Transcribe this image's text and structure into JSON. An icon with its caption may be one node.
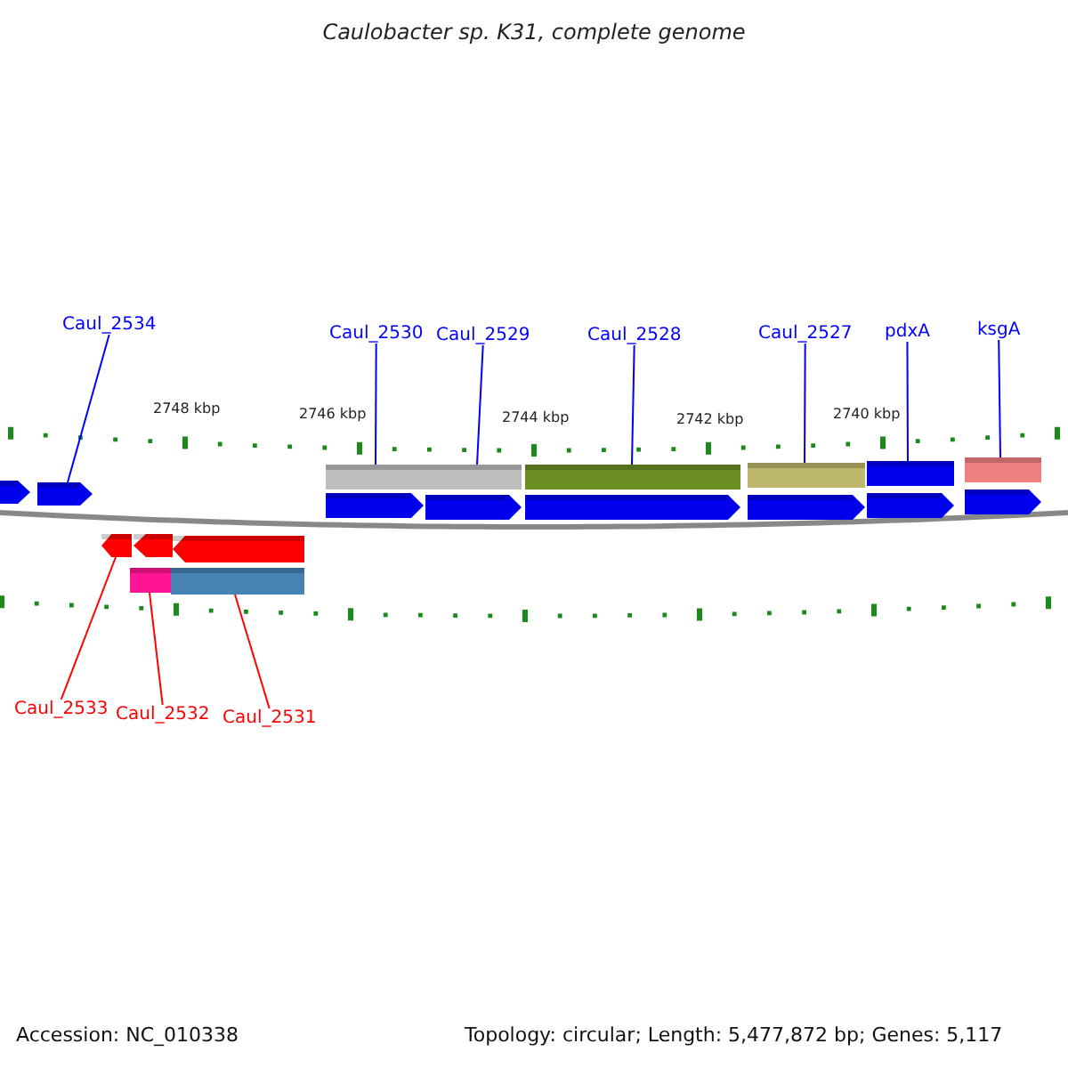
{
  "diagram": {
    "title": "Caulobacter sp. K31, complete genome",
    "nodes": [
      {
        "text": [
          "Caul_2534"
        ]
      },
      {
        "text": [
          "Caul_2530"
        ]
      },
      {
        "text": [
          "Caul_2529"
        ]
      },
      {
        "text": [
          "Caul_2528"
        ]
      },
      {
        "text": [
          "Caul_2527"
        ]
      },
      {
        "text": [
          "pdxA"
        ]
      },
      {
        "text": [
          "ksgA"
        ]
      },
      {
        "text": [
          "Caul_2533"
        ]
      },
      {
        "text": [
          "Caul_2532"
        ]
      },
      {
        "text": [
          "Caul_2531"
        ]
      },
      {
        "text": [],
        "shape": "arrow"
      },
      {
        "text": [],
        "shape": "arrow"
      },
      {
        "text": [],
        "shape": "arrow"
      },
      {
        "text": [],
        "shape": "arrow"
      },
      {
        "text": [],
        "shape": "arrow"
      },
      {
        "text": [],
        "shape": "arrow"
      },
      {
        "text": [],
        "shape": "arrow"
      },
      {
        "text": [],
        "shape": "arrow"
      },
      {
        "text": [],
        "shape": "bar"
      },
      {
        "text": [],
        "shape": "bar"
      },
      {
        "text": [],
        "shape": "bar"
      },
      {
        "text": [],
        "shape": "bar"
      },
      {
        "text": [],
        "shape": "bar"
      },
      {
        "text": [],
        "shape": "arrow"
      },
      {
        "text": [],
        "shape": "arrow"
      },
      {
        "text": [],
        "shape": "arrow"
      },
      {
        "text": [],
        "shape": "bar"
      },
      {
        "text": [],
        "shape": "bar"
      }
    ],
    "edges": [
      {
        "from": 0,
        "to": 11,
        "arrow": "none"
      },
      {
        "from": 1,
        "to": 18,
        "arrow": "none"
      },
      {
        "from": 2,
        "to": 18,
        "arrow": "none"
      },
      {
        "from": 3,
        "to": 19,
        "arrow": "none"
      },
      {
        "from": 4,
        "to": 20,
        "arrow": "none"
      },
      {
        "from": 5,
        "to": 21,
        "arrow": "none"
      },
      {
        "from": 6,
        "to": 22,
        "arrow": "none"
      },
      {
        "from": 7,
        "to": 23,
        "arrow": "none",
        "color": "#ff0000"
      },
      {
        "from": 8,
        "to": 26,
        "arrow": "none",
        "color": "#ff0000"
      },
      {
        "from": 9,
        "to": 27,
        "arrow": "none",
        "color": "#ff0000"
      }
    ],
    "labels": [
      "2748 kbp",
      "2746 kbp",
      "2744 kbp",
      "2742 kbp",
      "2740 kbp",
      "Accession: NC_010338",
      "Topology: circular; Length: 5,477,872 bp; Genes: 5,117"
    ]
  }
}
